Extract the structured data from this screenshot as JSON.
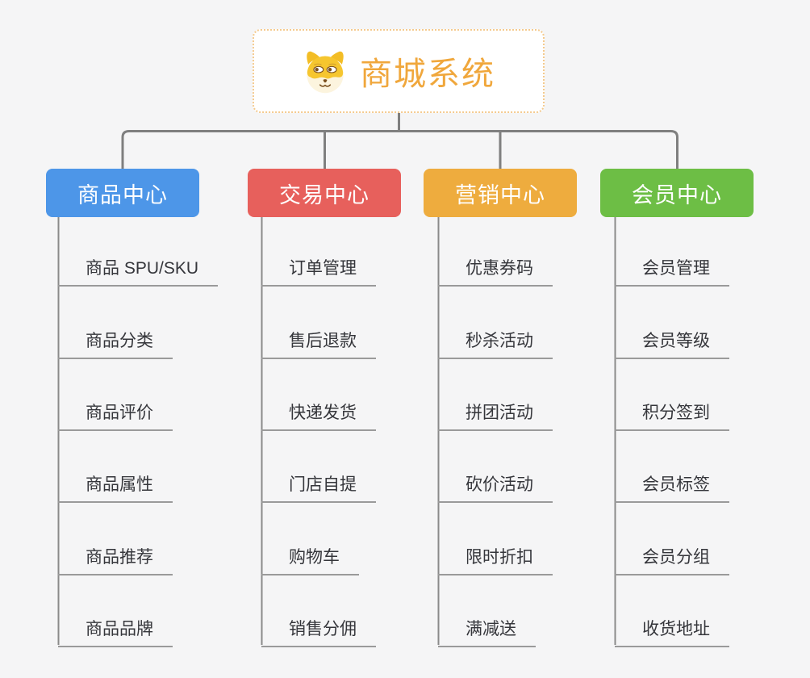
{
  "diagram": {
    "type": "mindmap",
    "background_color": "#f5f5f6",
    "root": {
      "label": "商城系统",
      "icon": "shiba-dog-face-icon",
      "text_color": "#f0a73c",
      "border_color": "#f4ca8e",
      "fill_color": "#ffffff"
    },
    "connector_color": "#7f7f7f",
    "trunk_color": "#8a8a8a",
    "leaf_underline_color": "#9a9a9a",
    "leaf_text_color": "#35363b",
    "branches": [
      {
        "label": "商品中心",
        "color": "#4d96e8",
        "items": [
          "商品 SPU/SKU",
          "商品分类",
          "商品评价",
          "商品属性",
          "商品推荐",
          "商品品牌"
        ]
      },
      {
        "label": "交易中心",
        "color": "#e7605c",
        "items": [
          "订单管理",
          "售后退款",
          "快递发货",
          "门店自提",
          "购物车",
          "销售分佣"
        ]
      },
      {
        "label": "营销中心",
        "color": "#eeac3e",
        "items": [
          "优惠券码",
          "秒杀活动",
          "拼团活动",
          "砍价活动",
          "限时折扣",
          "满减送"
        ]
      },
      {
        "label": "会员中心",
        "color": "#6dbe45",
        "items": [
          "会员管理",
          "会员等级",
          "积分签到",
          "会员标签",
          "会员分组",
          "收货地址"
        ]
      }
    ]
  }
}
